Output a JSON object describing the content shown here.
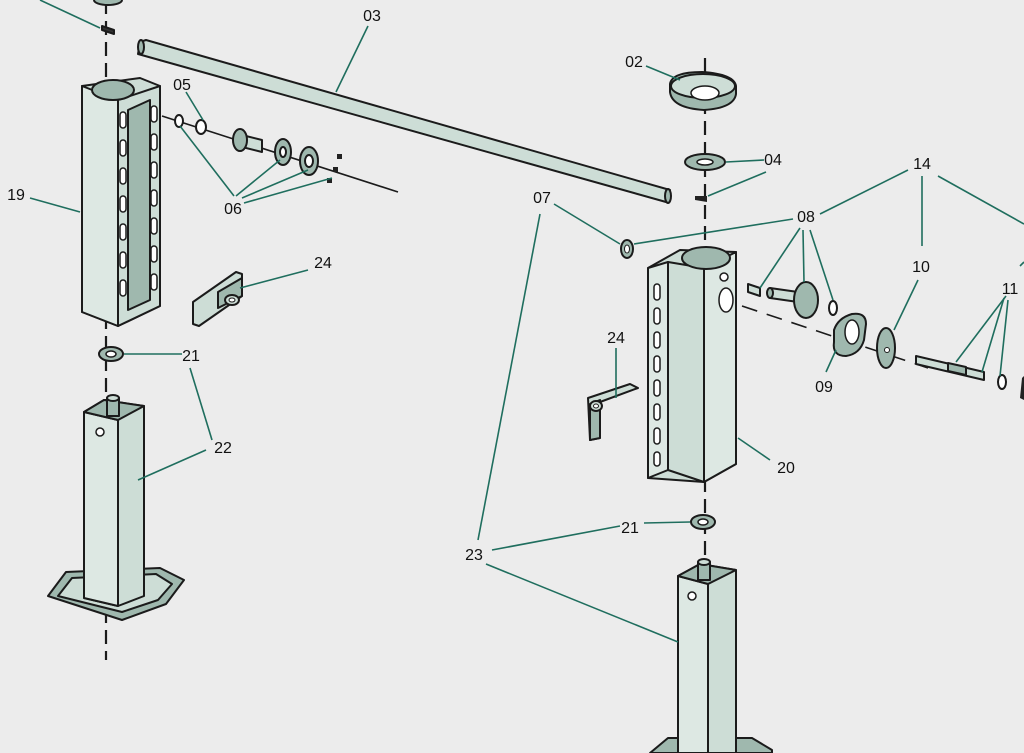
{
  "callouts": {
    "c03": "03",
    "c02": "02",
    "c05": "05",
    "c06": "06",
    "c04": "04",
    "c14": "14",
    "c07": "07",
    "c08": "08",
    "c19": "19",
    "c10": "10",
    "c24a": "24",
    "c11": "11",
    "c21a": "21",
    "c24b": "24",
    "c09": "09",
    "c22": "22",
    "c20": "20",
    "c21b": "21",
    "c23": "23"
  },
  "colors": {
    "background": "#ececec",
    "part_fill": "#cdddd6",
    "part_dark": "#9fb8ae",
    "leader_line": "#1f6e5e",
    "outline": "#1b1b1b"
  }
}
